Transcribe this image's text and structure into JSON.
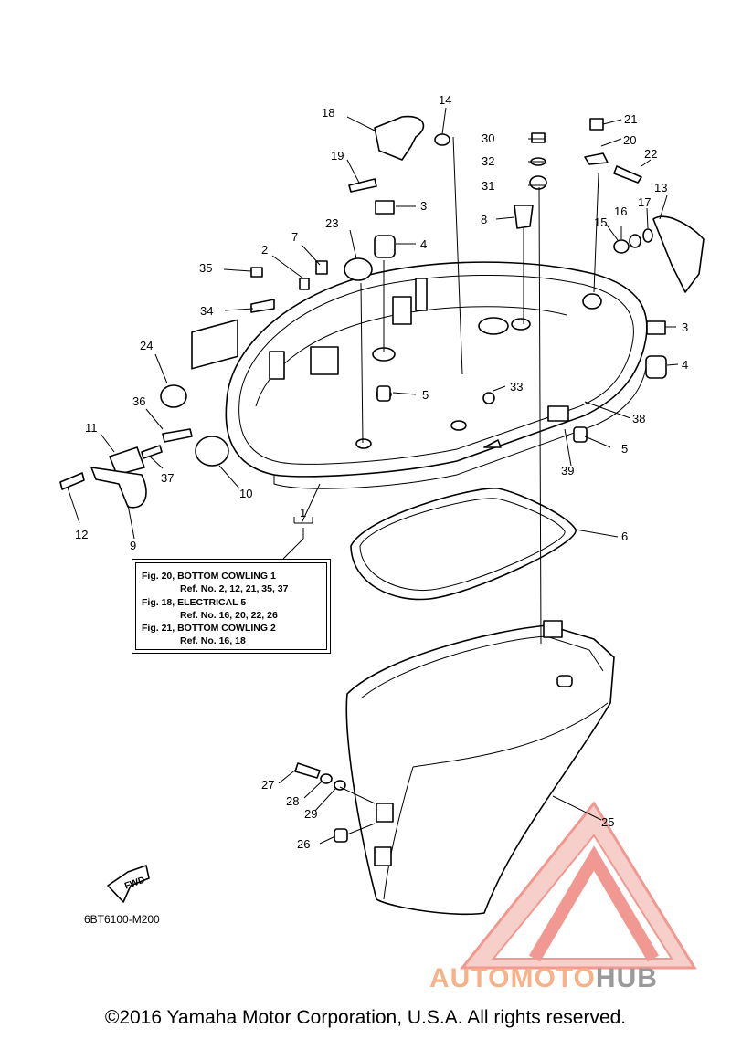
{
  "diagram": {
    "callouts": [
      "1",
      "2",
      "3",
      "3",
      "4",
      "4",
      "5",
      "5",
      "6",
      "7",
      "8",
      "9",
      "10",
      "11",
      "12",
      "13",
      "14",
      "15",
      "16",
      "17",
      "18",
      "19",
      "20",
      "21",
      "22",
      "23",
      "24",
      "25",
      "26",
      "27",
      "28",
      "29",
      "30",
      "31",
      "32",
      "33",
      "34",
      "35",
      "36",
      "37",
      "38",
      "39"
    ],
    "fwd_label": "FWD",
    "drawing_code": "6BT6100-M200"
  },
  "note_box": {
    "lines": [
      "Fig. 20, BOTTOM COWLING 1",
      "Ref. No. 2, 12, 21, 35, 37",
      "Fig. 18, ELECTRICAL 5",
      "Ref. No. 16, 20, 22, 26",
      "Fig. 21, BOTTOM COWLING 2",
      "Ref. No. 16, 18"
    ]
  },
  "watermark": {
    "part1": "AUTOMOTO",
    "part2": "HUB",
    "color1": "#f7b28a",
    "color2": "#9a9a9a",
    "logo_color": "#e8443a"
  },
  "footer": {
    "copyright": "©2016 Yamaha Motor Corporation, U.S.A. All rights reserved."
  }
}
